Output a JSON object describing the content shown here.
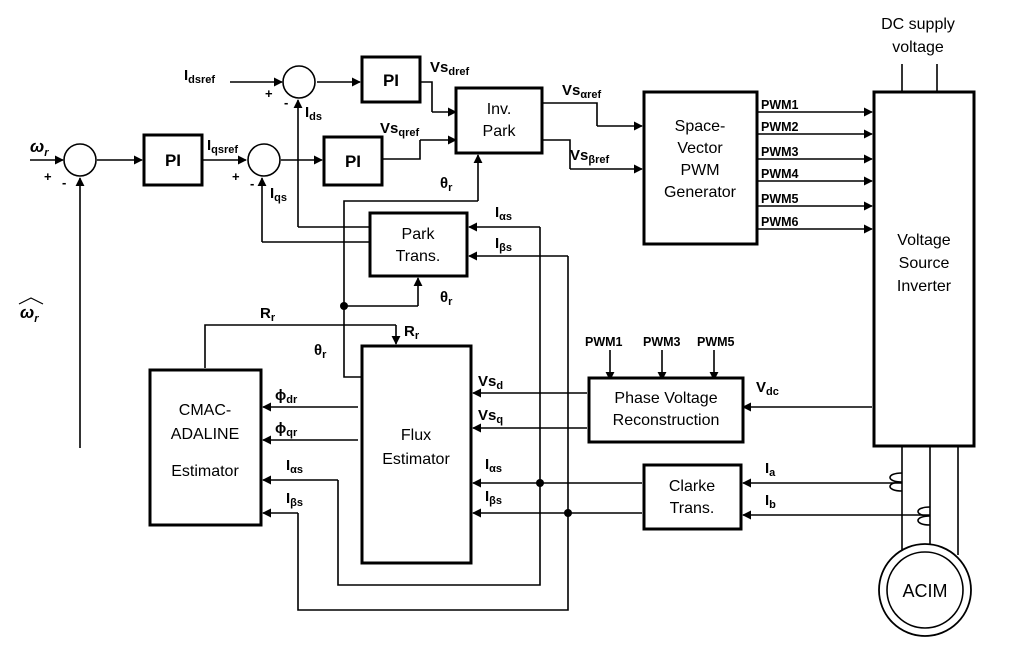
{
  "blocks": {
    "pi_speed": "PI",
    "pi_d": "PI",
    "pi_q": "PI",
    "inv_park": [
      "Inv.",
      "Park"
    ],
    "svpwm": [
      "Space-",
      "Vector",
      "PWM",
      "Generator"
    ],
    "vsi": [
      "Voltage",
      "Source",
      "Inverter"
    ],
    "park": [
      "Park",
      "Trans."
    ],
    "phase_voltage": [
      "Phase Voltage",
      "Reconstruction"
    ],
    "clarke": [
      "Clarke",
      "Trans."
    ],
    "flux": [
      "Flux",
      "Estimator"
    ],
    "cmac": [
      "CMAC-",
      "ADALINE",
      "Estimator"
    ],
    "motor": "ACIM"
  },
  "supply": [
    "DC supply",
    "voltage"
  ],
  "pwm_outputs": [
    "PWM1",
    "PWM2",
    "PWM3",
    "PWM4",
    "PWM5",
    "PWM6"
  ],
  "pwm_inputs": [
    "PWM1",
    "PWM3",
    "PWM5"
  ],
  "signals": {
    "omega_r": {
      "main": "ω",
      "sub": "r"
    },
    "omega_r_hat": {
      "main": "ω",
      "sub": "r"
    },
    "idsref": {
      "main": "I",
      "sub": "dsref"
    },
    "iqsref": {
      "main": "I",
      "sub": "qsref"
    },
    "ids": {
      "main": "I",
      "sub": "ds"
    },
    "iqs": {
      "main": "I",
      "sub": "qs"
    },
    "vsdref": {
      "main": "Vs",
      "sub": "dref"
    },
    "vsqref": {
      "main": "Vs",
      "sub": "qref"
    },
    "vsaref": {
      "main": "Vs",
      "sub": "αref"
    },
    "vsbref": {
      "main": "Vs",
      "sub": "βref"
    },
    "theta_inv": {
      "main": "θ",
      "sub": "r"
    },
    "theta_park": {
      "main": "θ",
      "sub": "r"
    },
    "theta_left": {
      "main": "θ",
      "sub": "r"
    },
    "ias_park": {
      "main": "I",
      "sub": "αs"
    },
    "ibs_park": {
      "main": "I",
      "sub": "βs"
    },
    "rr_top": {
      "main": "R",
      "sub": "r"
    },
    "rr_flux": {
      "main": "R",
      "sub": "r"
    },
    "phi_dr": {
      "main": "ϕ",
      "sub": "dr"
    },
    "phi_qr": {
      "main": "ϕ",
      "sub": "qr"
    },
    "vsd": {
      "main": "Vs",
      "sub": "d"
    },
    "vsq": {
      "main": "Vs",
      "sub": "q"
    },
    "vdc": {
      "main": "V",
      "sub": "dc"
    },
    "ias_flux": {
      "main": "I",
      "sub": "αs"
    },
    "ibs_flux": {
      "main": "I",
      "sub": "βs"
    },
    "ias_cmac": {
      "main": "I",
      "sub": "αs"
    },
    "ibs_cmac": {
      "main": "I",
      "sub": "βs"
    },
    "ia": {
      "main": "I",
      "sub": "a"
    },
    "ib": {
      "main": "I",
      "sub": "b"
    }
  },
  "signs": {
    "s1_plus": "+",
    "s1_minus": "-",
    "s2_plus": "+",
    "s2_minus": "-",
    "s3_plus": "+",
    "s3_minus": "-"
  }
}
